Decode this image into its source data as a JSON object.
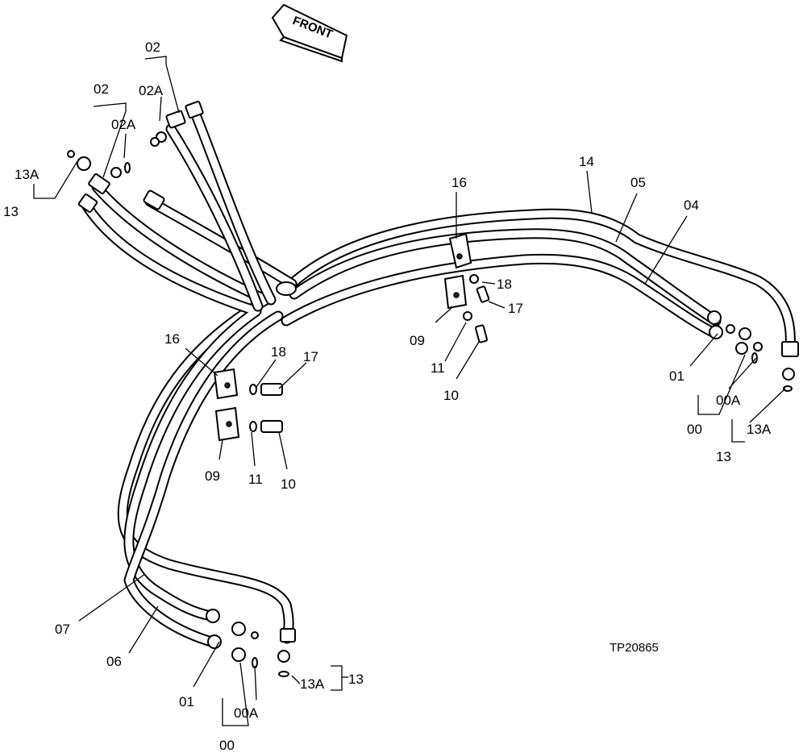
{
  "arrow": {
    "label": "FRONT"
  },
  "part_number": "TP20865",
  "callouts": {
    "c02_top": "02",
    "c02a_top": "02A",
    "c02_left": "02",
    "c02a_left": "02A",
    "c13a_left": "13A",
    "c13_left": "13",
    "c16_top": "16",
    "c14": "14",
    "c05": "05",
    "c04": "04",
    "c18_top": "18",
    "c17_top": "17",
    "c09_top": "09",
    "c11_top": "11",
    "c10_top": "10",
    "c16_left": "16",
    "c18_left": "18",
    "c17_left": "17",
    "c09_left": "09",
    "c11_left": "11",
    "c10_left": "10",
    "c01_right": "01",
    "c00a_right": "00A",
    "c00_right": "00",
    "c13a_right": "13A",
    "c13_right": "13",
    "c07": "07",
    "c06": "06",
    "c01_bottom": "01",
    "c00a_bottom": "00A",
    "c00_bottom": "00",
    "c13a_bottom": "13A",
    "c13_bottom": "13"
  }
}
